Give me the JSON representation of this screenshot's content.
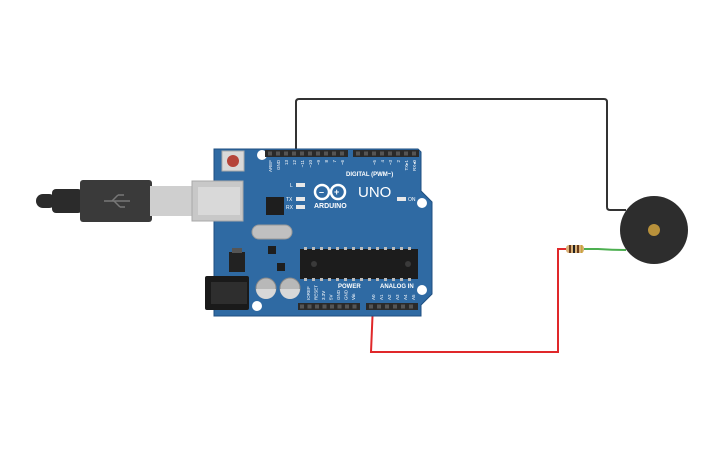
{
  "board": {
    "brand": "ARDUINO",
    "model": "UNO",
    "digital_header_label": "DIGITAL (PWM~)",
    "power_label": "POWER",
    "analog_label": "ANALOG IN",
    "led_labels": {
      "l": "L",
      "tx": "TX",
      "rx": "RX",
      "on": "ON"
    },
    "digital_pins": [
      "AREF",
      "GND",
      "13",
      "12",
      "~11",
      "~10",
      "~9",
      "8",
      "7",
      "~6",
      "~5",
      "4",
      "~3",
      "2",
      "TX▸1",
      "RX◂0"
    ],
    "power_pins": [
      "IOREF",
      "RESET",
      "3.3V",
      "5V",
      "GND",
      "GND",
      "Vin"
    ],
    "analog_pins": [
      "A0",
      "A1",
      "A2",
      "A3",
      "A4",
      "A5"
    ]
  },
  "components": {
    "usb_cable": "usb-b-cable",
    "resistor": "resistor",
    "buzzer": "piezo-buzzer"
  },
  "wires": [
    {
      "name": "gnd-to-buzzer",
      "color": "#333333"
    },
    {
      "name": "a0-to-resistor",
      "color": "#e0282a"
    },
    {
      "name": "resistor-to-buzzer",
      "color": "#4caf50"
    }
  ],
  "colors": {
    "board": "#2f6aa3",
    "board_edge": "#1f4f80",
    "header": "#2a2a2a",
    "chip": "#1c1c1c",
    "buzzer": "#2d2d2d",
    "buzzer_center": "#b8913b"
  }
}
